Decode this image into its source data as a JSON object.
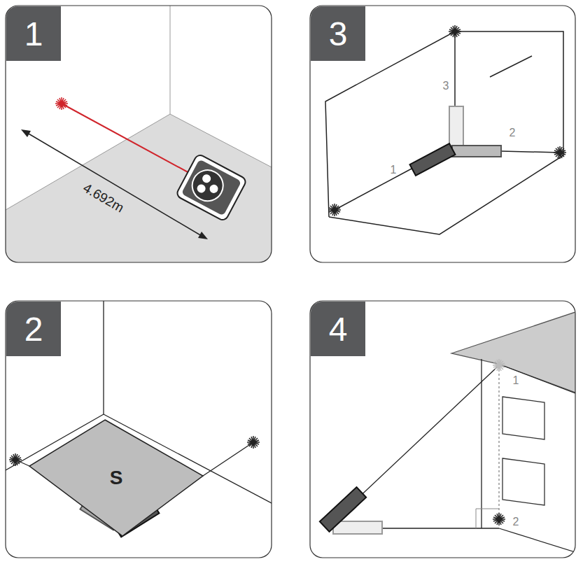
{
  "diagram": {
    "nodes": [
      {
        "text": [
          "1"
        ]
      },
      {
        "text": [
          "3"
        ]
      },
      {
        "text": [
          "2"
        ]
      },
      {
        "text": [
          "4"
        ]
      },
      {
        "text": [
          "S"
        ]
      }
    ],
    "labels": [
      "4.692m",
      "3",
      "2",
      "1",
      "1",
      "2"
    ]
  }
}
